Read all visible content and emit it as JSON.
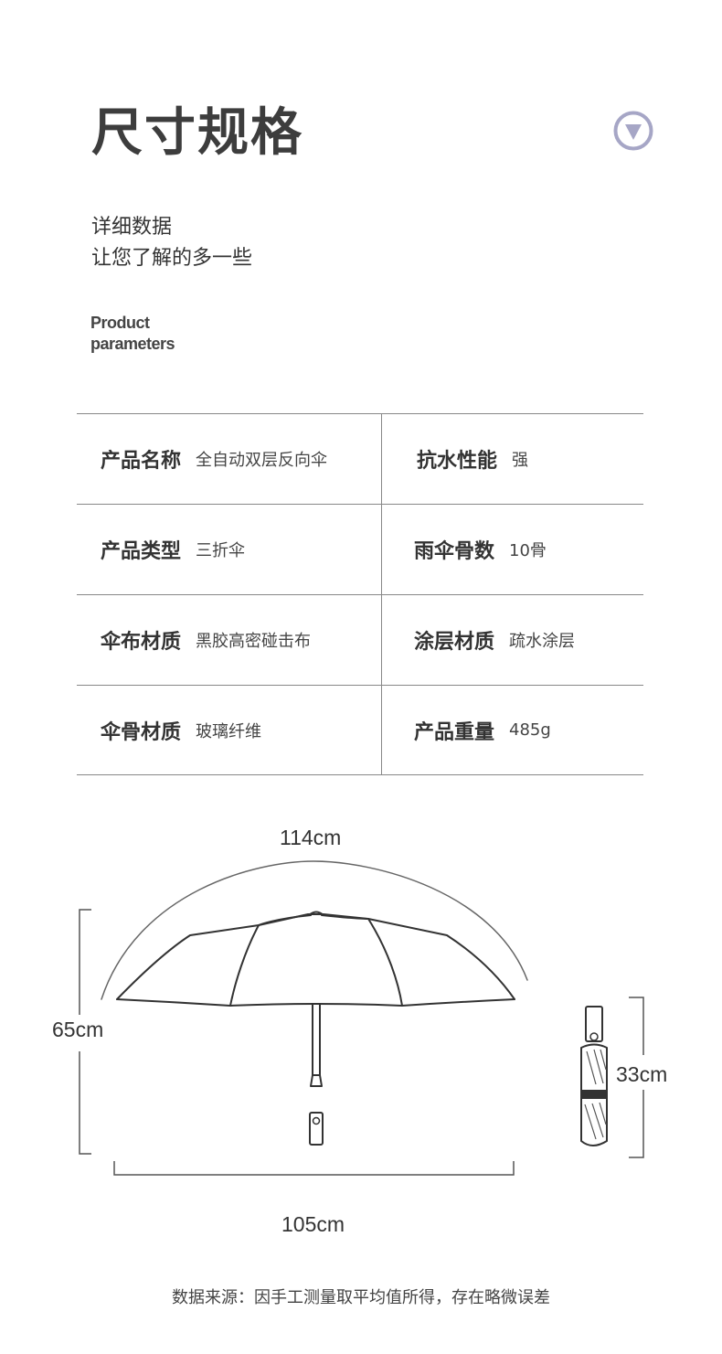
{
  "header": {
    "title": "尺寸规格",
    "subtitle_line1": "详细数据",
    "subtitle_line2": "让您了解的多一些",
    "en_line1": "Product",
    "en_line2": "parameters",
    "icon": "chevron-down-circle-icon",
    "accent_color": "#a6a6c6"
  },
  "specs": {
    "rows": [
      {
        "left_label": "产品名称",
        "left_value": "全自动双层反向伞",
        "right_label": "抗水性能",
        "right_value": "强"
      },
      {
        "left_label": "产品类型",
        "left_value": "三折伞",
        "right_label": "雨伞骨数",
        "right_value": "10骨"
      },
      {
        "left_label": "伞布材质",
        "left_value": "黑胶高密碰击布",
        "right_label": "涂层材质",
        "right_value": "疏水涂层"
      },
      {
        "left_label": "伞骨材质",
        "left_value": "玻璃纤维",
        "right_label": "产品重量",
        "right_value": "485g"
      }
    ]
  },
  "dimensions": {
    "arc": "114cm",
    "height": "65cm",
    "width": "105cm",
    "folded": "33cm"
  },
  "footnote": "数据来源：因手工测量取平均值所得，存在略微误差"
}
